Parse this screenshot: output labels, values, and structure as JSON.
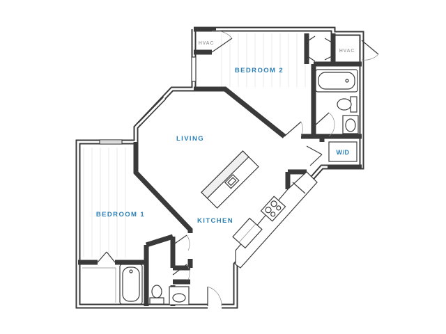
{
  "rooms": {
    "bedroom1": "BEDROOM 1",
    "bedroom2": "BEDROOM 2",
    "living": "LIVING",
    "kitchen": "KITCHEN"
  },
  "utilities": {
    "hvac_left": "HVAC",
    "hvac_right": "HVAC",
    "washer_dryer": "W/D"
  },
  "colors": {
    "room_label": "#2a7fb5",
    "wall": "#3a3a3a",
    "utility_label": "#a7a7a7"
  }
}
